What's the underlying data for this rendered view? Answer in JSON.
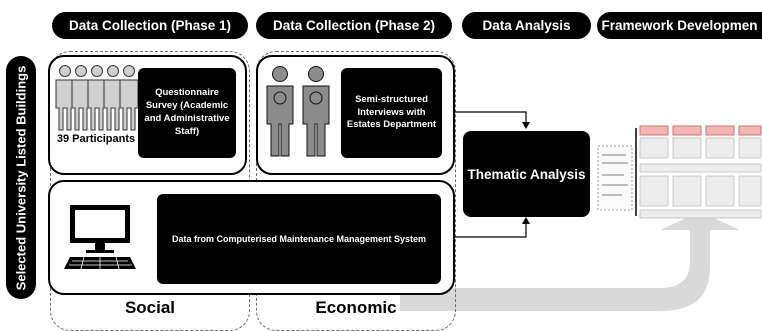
{
  "side_label": "Selected University Listed Buildings",
  "headers": {
    "phase1": "Data Collection (Phase 1)",
    "phase2": "Data Collection (Phase 2)",
    "analysis": "Data Analysis",
    "framework": "Framework Developmen"
  },
  "phase1": {
    "participants": "39 Participants",
    "survey": "Questionnaire Survey (Academic and Administrative Staff)"
  },
  "phase2": {
    "interviews": "Semi-structured Interviews with Estates Department"
  },
  "cmms": {
    "label": "Data from Computerised Maintenance Management System"
  },
  "analysis": {
    "label": "Thematic Analysis"
  },
  "bottom": {
    "social": "Social",
    "economic": "Economic"
  },
  "icons": {
    "people_group": "people-group-icon",
    "interviewee": "person-icon",
    "computer": "computer-icon",
    "framework": "framework-thumbnail"
  },
  "colors": {
    "black": "#000000",
    "grey_arrow": "#d9d9d9",
    "dashed_border": "#6a6a6a",
    "thumbnail_header": "#f4b6b3"
  }
}
